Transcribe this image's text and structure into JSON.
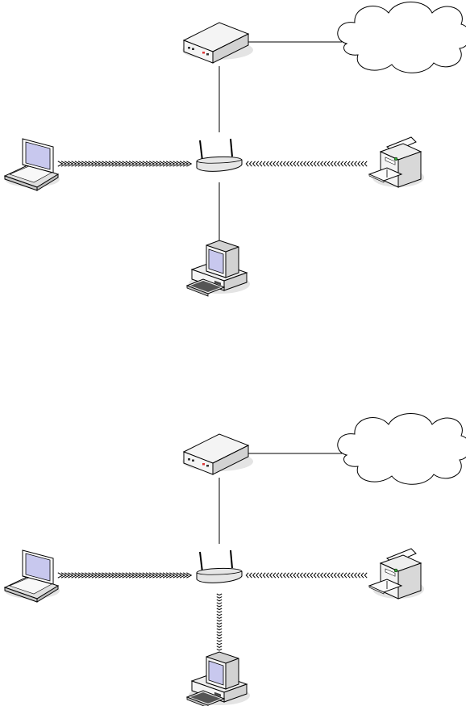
{
  "diagrams": [
    {
      "id": "top",
      "links": {
        "modem_cloud": "wired",
        "modem_router": "wired",
        "router_laptop": "wireless",
        "router_printer": "wireless",
        "router_desktop": "wired"
      }
    },
    {
      "id": "bottom",
      "links": {
        "modem_cloud": "wired",
        "modem_router": "wired",
        "router_laptop": "wireless",
        "router_printer": "wireless",
        "router_desktop": "wireless"
      }
    }
  ],
  "device_icons": [
    "cloud-icon",
    "modem-icon",
    "router-icon",
    "laptop-icon",
    "printer-icon",
    "desktop-icon"
  ],
  "colors": {
    "line": "#000000",
    "screen": "#c8c8ee",
    "device_face": "#f4f4f4",
    "device_side": "#d2d2d2",
    "shadow": "#dddddd",
    "led_red": "#d33",
    "led_green": "#3a3"
  }
}
